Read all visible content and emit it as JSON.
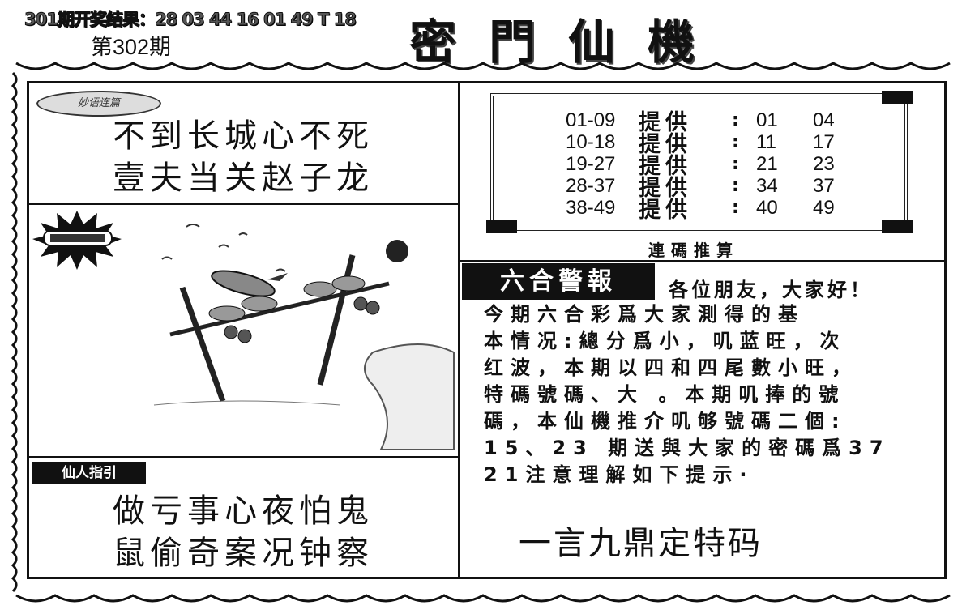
{
  "header": {
    "last_result": "301期开奖结果：28 03 44 16 01 49 T 18",
    "issue": "第302期",
    "title": "密門仙機"
  },
  "left": {
    "top_badge": "妙语连篇",
    "top_poem": [
      "不到长城心不死",
      "壹夫当关赵子龙"
    ],
    "bottom_label": "仙人指引",
    "bottom_poem": [
      "做亏事心夜怕鬼",
      "鼠偷奇案况钟察"
    ]
  },
  "numbers_box": {
    "rows": [
      {
        "range": "01-09",
        "word": "提供",
        "a": "01",
        "b": "04"
      },
      {
        "range": "10-18",
        "word": "提供",
        "a": "11",
        "b": "17"
      },
      {
        "range": "19-27",
        "word": "提供",
        "a": "21",
        "b": "23"
      },
      {
        "range": "28-37",
        "word": "提供",
        "a": "34",
        "b": "37"
      },
      {
        "range": "38-49",
        "word": "提供",
        "a": "40",
        "b": "49"
      }
    ],
    "caption": "連碼推算"
  },
  "alert": {
    "label": "六合警報",
    "greeting": "各位朋友，大家好！",
    "lines": [
      "今期六合彩爲大家測得的基",
      "本情况:總分爲小，叽蓝旺，次",
      "红波，本期以四和四尾數小旺，",
      "特碼號碼、大 。本期叽捧的號",
      "碼，本仙機推介叽够號碼二個:",
      "15、23 期送與大家的密碼爲37",
      "21注意理解如下提示·"
    ],
    "slogan": "一言九鼎定特码"
  }
}
